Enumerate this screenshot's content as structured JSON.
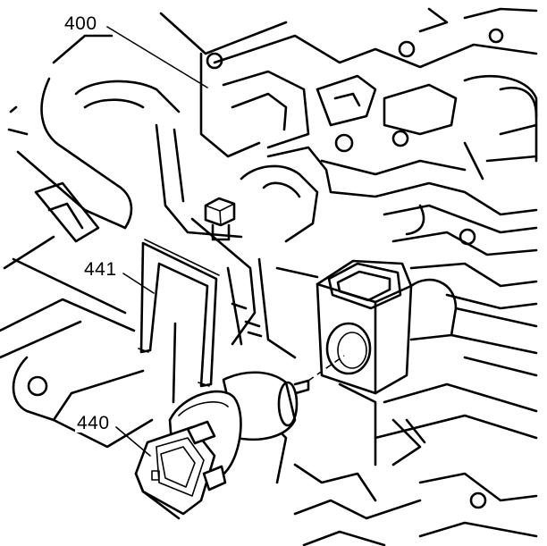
{
  "callouts": {
    "valve_body": "400",
    "retainer_clip": "441",
    "speed_sensor": "440"
  },
  "colors": {
    "line": "#000000",
    "background": "#ffffff"
  }
}
